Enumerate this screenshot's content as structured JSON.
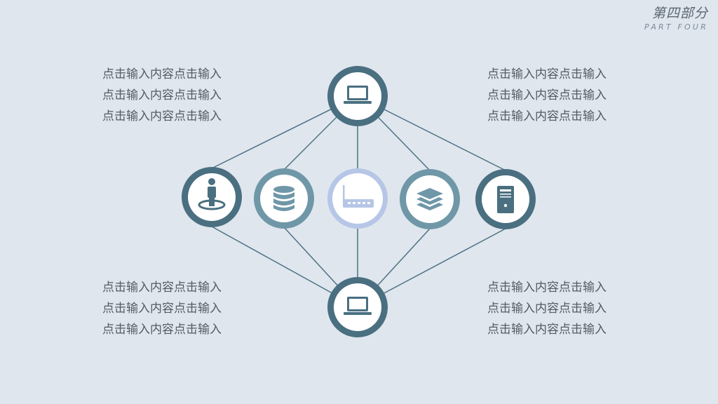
{
  "header": {
    "title": "第四部分",
    "subtitle": "PART FOUR"
  },
  "colors": {
    "background": "#dfe6ee",
    "dark_teal": "#4a6f80",
    "mid_teal": "#6f97a8",
    "light_blue": "#b6c6e6",
    "line": "#4f7282"
  },
  "nodes": [
    {
      "id": "top",
      "icon": "laptop-icon"
    },
    {
      "id": "left-outer",
      "icon": "person-location-icon"
    },
    {
      "id": "left-inner",
      "icon": "database-icon"
    },
    {
      "id": "center",
      "icon": "router-icon"
    },
    {
      "id": "right-inner",
      "icon": "layers-icon"
    },
    {
      "id": "right-outer",
      "icon": "server-tower-icon"
    },
    {
      "id": "bottom",
      "icon": "laptop-icon"
    }
  ],
  "text_blocks": {
    "top_left": {
      "lines": [
        "点击输入内容点击输入",
        "点击输入内容点击输入",
        "点击输入内容点击输入"
      ]
    },
    "top_right": {
      "lines": [
        "点击输入内容点击输入",
        "点击输入内容点击输入",
        "点击输入内容点击输入"
      ]
    },
    "bottom_left": {
      "lines": [
        "点击输入内容点击输入",
        "点击输入内容点击输入",
        "点击输入内容点击输入"
      ]
    },
    "bottom_right": {
      "lines": [
        "点击输入内容点击输入",
        "点击输入内容点击输入",
        "点击输入内容点击输入"
      ]
    }
  }
}
